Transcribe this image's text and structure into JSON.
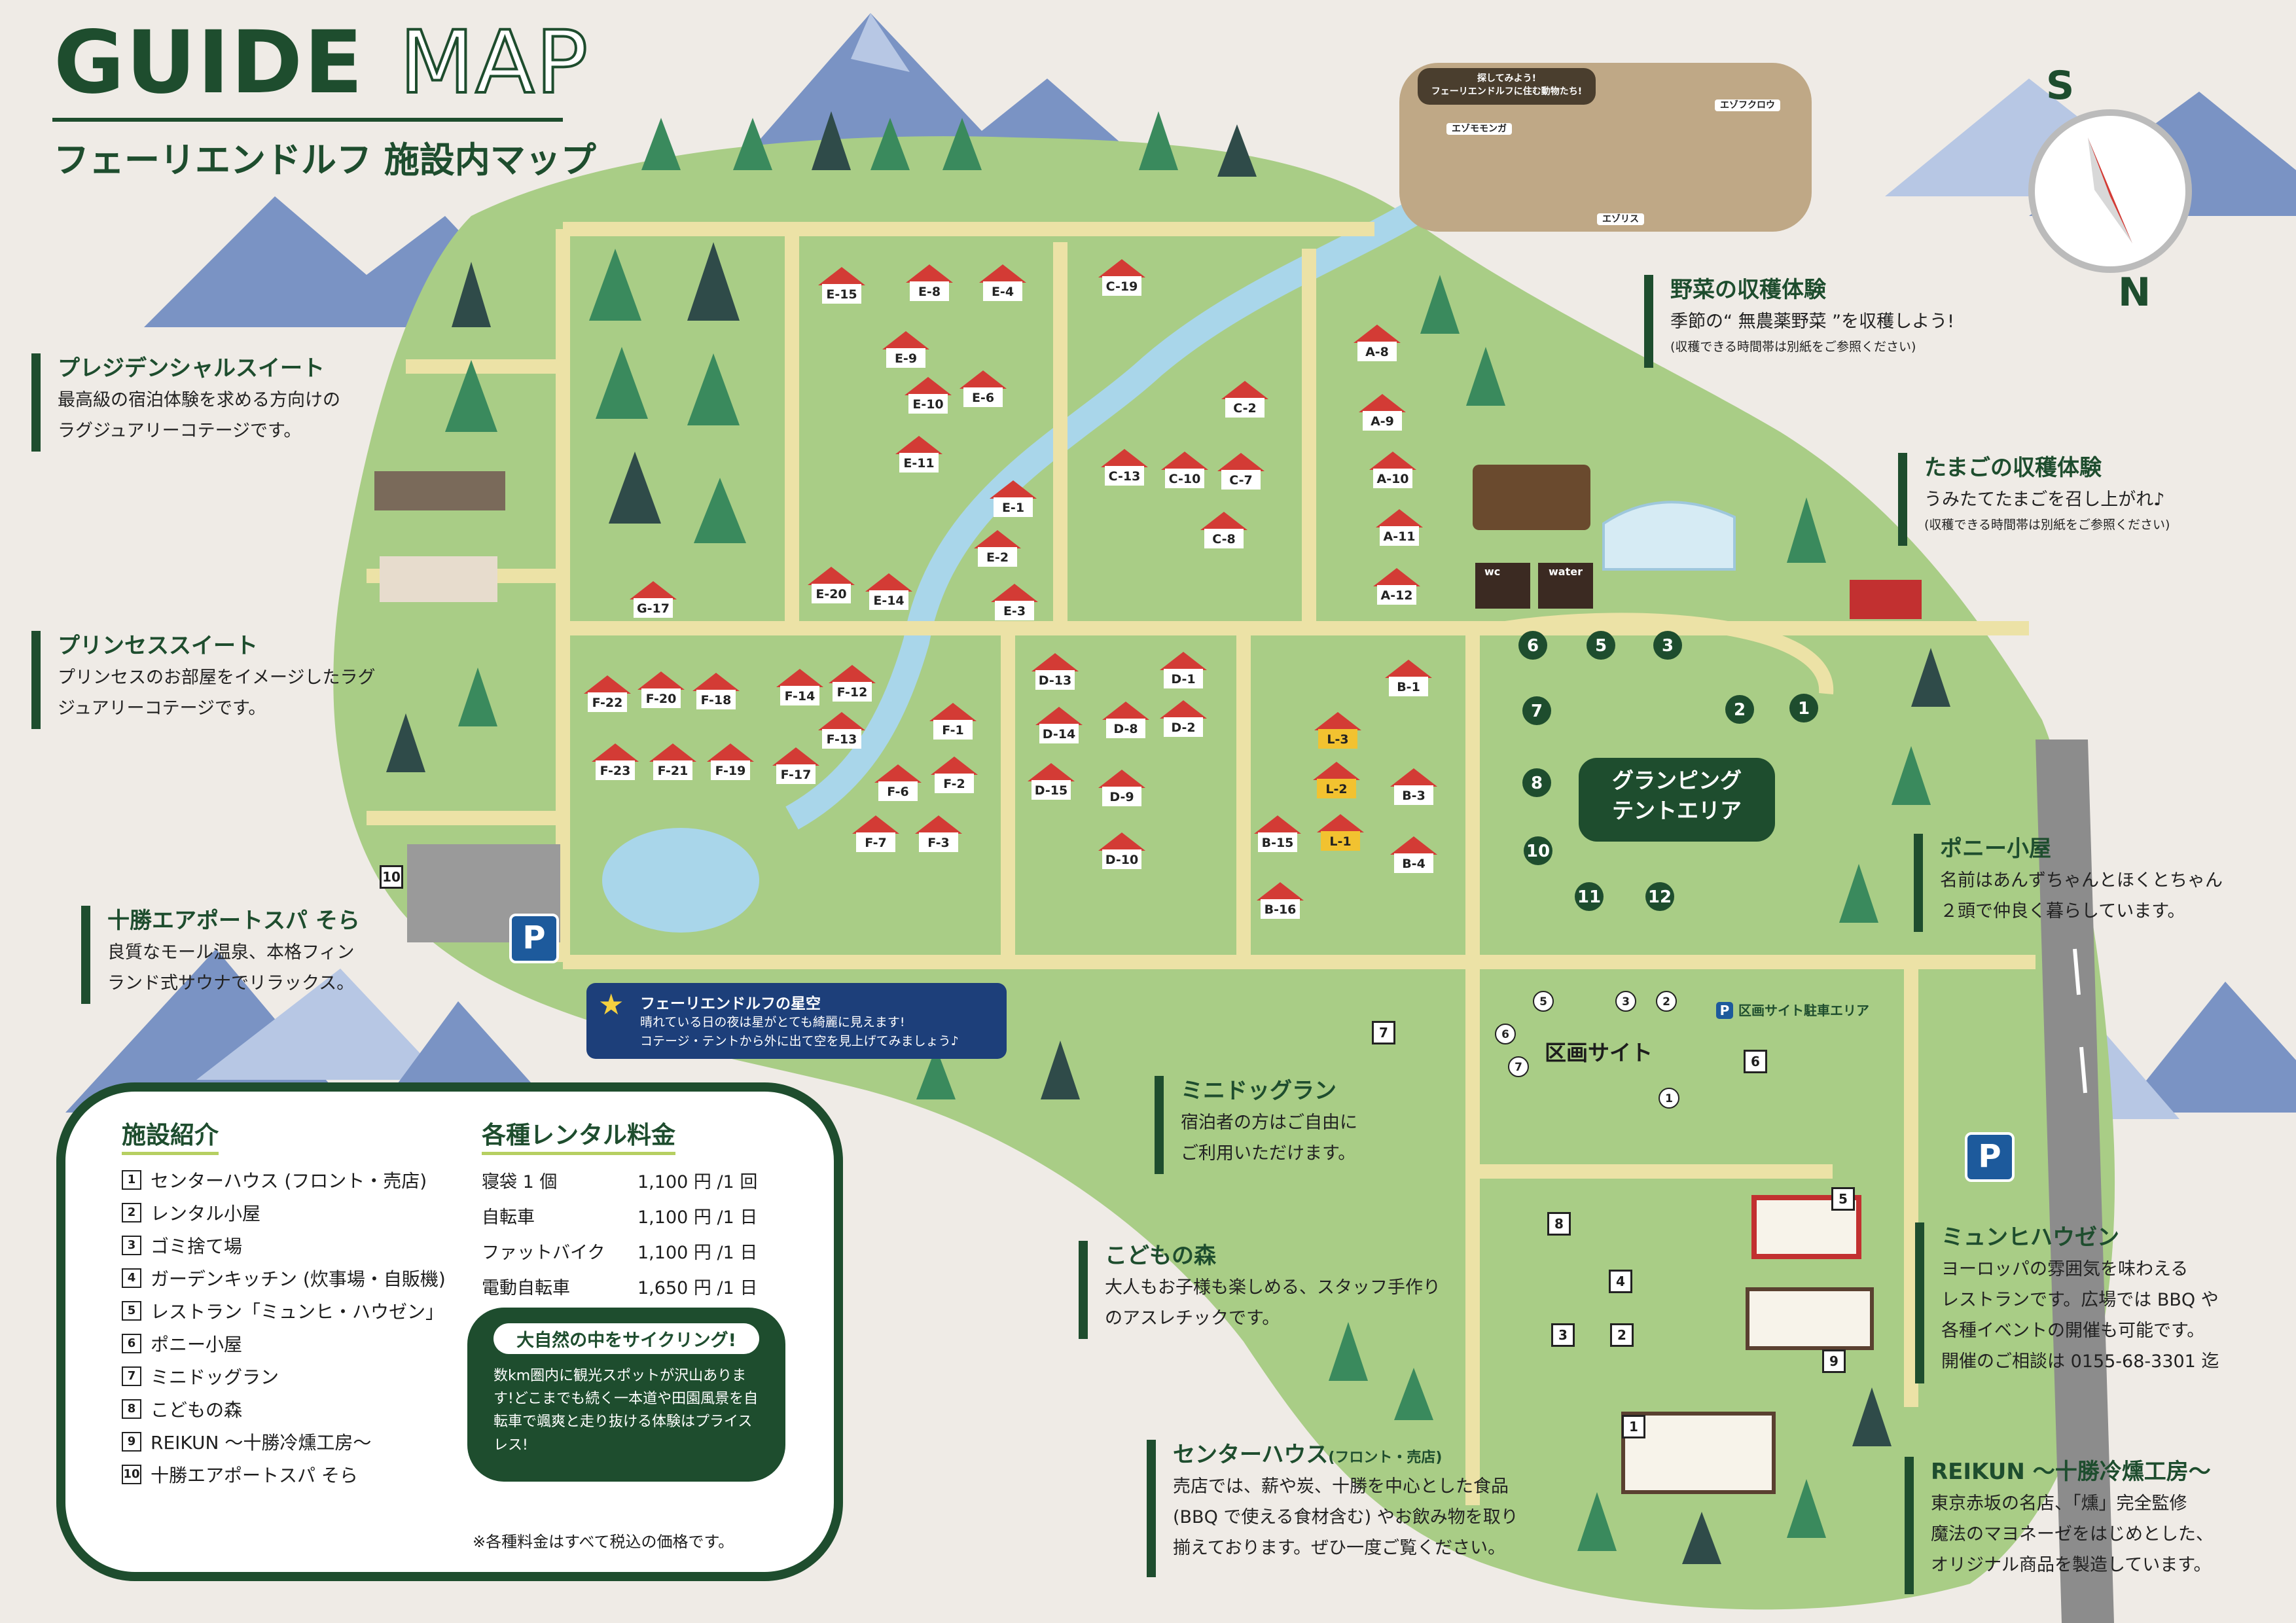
{
  "header": {
    "guide": "GUIDE",
    "map": "MAP",
    "subtitle": "フェーリエンドルフ 施設内マップ"
  },
  "compass": {
    "top": "S",
    "bottom": "N"
  },
  "animals": {
    "bubble": "探してみよう!\nフェーリエンドルフに住む動物たち!",
    "momonga": "エゾモモンガ",
    "risu": "エゾリス",
    "fukurou": "エゾフクロウ"
  },
  "facilities": {
    "presidential": {
      "title": "プレジデンシャルスイート",
      "desc": "最高級の宿泊体験を求める方向けの\nラグジュアリーコテージです。"
    },
    "princess": {
      "title": "プリンセススイート",
      "desc": "プリンセスのお部屋をイメージしたラグ\nジュアリーコテージです。"
    },
    "spa": {
      "title": "十勝エアポートスパ そら",
      "desc": "良質なモール温泉、本格フィン\nランド式サウナでリラックス。"
    },
    "vegetable": {
      "title": "野菜の収穫体験",
      "desc": "季節の“ 無農薬野菜 ”を収穫しよう!",
      "note": "(収穫できる時間帯は別紙をご参照ください)"
    },
    "egg": {
      "title": "たまごの収穫体験",
      "desc": "うみたてたまごを召し上がれ♪",
      "note": "(収穫できる時間帯は別紙をご参照ください)"
    },
    "pony": {
      "title": "ポニー小屋",
      "desc": "名前はあんずちゃんとほくとちゃん\n２頭で仲良く暮らしています。"
    },
    "dogrun": {
      "title": "ミニドッグラン",
      "desc": "宿泊者の方はご自由に\nご利用いただけます。"
    },
    "kodomo": {
      "title": "こどもの森",
      "desc": "大人もお子様も楽しめる、スタッフ手作り\nのアスレチックです。"
    },
    "munchen": {
      "title": "ミュンヒハウゼン",
      "desc": "ヨーロッパの雰囲気を味わえる\nレストランです。広場では BBQ や\n各種イベントの開催も可能です。\n開催のご相談は 0155-68-3301 迄"
    },
    "center": {
      "title": "センターハウス",
      "title_sub": "(フロント・売店)",
      "desc": "売店では、薪や炭、十勝を中心とした食品\n(BBQ で使える食材含む) やお飲み物を取り\n揃えております。ぜひ一度ご覧ください。"
    },
    "reikun": {
      "title": "REIKUN 〜十勝冷燻工房〜",
      "desc": "東京赤坂の名店、「燻」完全監修\n魔法のマヨネーゼをはじめとした、\nオリジナル商品を製造しています。"
    }
  },
  "map_labels": {
    "glamping": "グランピング\nテントエリア",
    "kukaku": "区画サイト",
    "parking_area": "区画サイト駐車エリア",
    "wc": "wc",
    "water": "water",
    "parking": "P"
  },
  "hoshizora": {
    "title": "フェーリエンドルフの星空",
    "desc": "晴れている日の夜は星がとても綺麗に見えます!\nコテージ・テントから外に出て空を見上げてみましょう♪"
  },
  "cottage_labels": [
    "E-15",
    "E-8",
    "E-4",
    "C-19",
    "E-9",
    "E-6",
    "E-10",
    "A-8",
    "C-2",
    "A-9",
    "E-11",
    "C-13",
    "C-10",
    "C-7",
    "A-10",
    "E-1",
    "C-8",
    "A-11",
    "E-2",
    "E-20",
    "E-14",
    "E-3",
    "A-12",
    "G-17",
    "D-13",
    "D-1",
    "B-1",
    "F-22",
    "F-20",
    "F-18",
    "F-14",
    "F-12",
    "F-13",
    "F-1",
    "D-14",
    "D-8",
    "D-2",
    "L-3",
    "F-23",
    "F-21",
    "F-19",
    "F-17",
    "F-6",
    "F-2",
    "D-15",
    "D-9",
    "L-2",
    "B-3",
    "F-7",
    "F-3",
    "D-10",
    "B-15",
    "L-1",
    "B-4",
    "B-16"
  ],
  "glamping_sites": [
    "1",
    "2",
    "3",
    "5",
    "6",
    "7",
    "8",
    "10",
    "11",
    "12"
  ],
  "kukaku_sites": [
    "1",
    "2",
    "3",
    "5",
    "6",
    "7"
  ],
  "facility_numbers": [
    "1",
    "2",
    "3",
    "4",
    "5",
    "6",
    "7",
    "8",
    "9",
    "10"
  ],
  "legend": {
    "facilities_title": "施設紹介",
    "facilities": [
      {
        "num": "1",
        "label": "センターハウス (フロント・売店)"
      },
      {
        "num": "2",
        "label": "レンタル小屋"
      },
      {
        "num": "3",
        "label": "ゴミ捨て場"
      },
      {
        "num": "4",
        "label": "ガーデンキッチン (炊事場・自販機)"
      },
      {
        "num": "5",
        "label": "レストラン「ミュンヒ・ハウゼン」"
      },
      {
        "num": "6",
        "label": "ポニー小屋"
      },
      {
        "num": "7",
        "label": "ミニドッグラン"
      },
      {
        "num": "8",
        "label": "こどもの森"
      },
      {
        "num": "9",
        "label": "REIKUN 〜十勝冷燻工房〜"
      },
      {
        "num": "10",
        "label": "十勝エアポートスパ そら"
      }
    ],
    "rental_title": "各種レンタル料金",
    "rentals": [
      {
        "item": "寝袋 1 個",
        "price": "1,100 円 /1 回"
      },
      {
        "item": "自転車",
        "price": "1,100 円 /1 日"
      },
      {
        "item": "ファットバイク",
        "price": "1,100 円 /1 日"
      },
      {
        "item": "電動自転車",
        "price": "1,650 円 /1 日"
      }
    ],
    "cycling_title": "大自然の中をサイクリング!",
    "cycling_desc": "数km圏内に観光スポットが沢山あります!どこまでも続く一本道や田園風景を自転車で颯爽と走り抜ける体験はプライスレス!",
    "price_note": "※各種料金はすべて税込の価格です。"
  },
  "colors": {
    "dark_green": "#1e4d2e",
    "park_green": "#a9cd86",
    "path": "#ece2a6",
    "water": "#a9d6ea",
    "mountain": "#7a93c4",
    "roof": "#d33b35"
  }
}
